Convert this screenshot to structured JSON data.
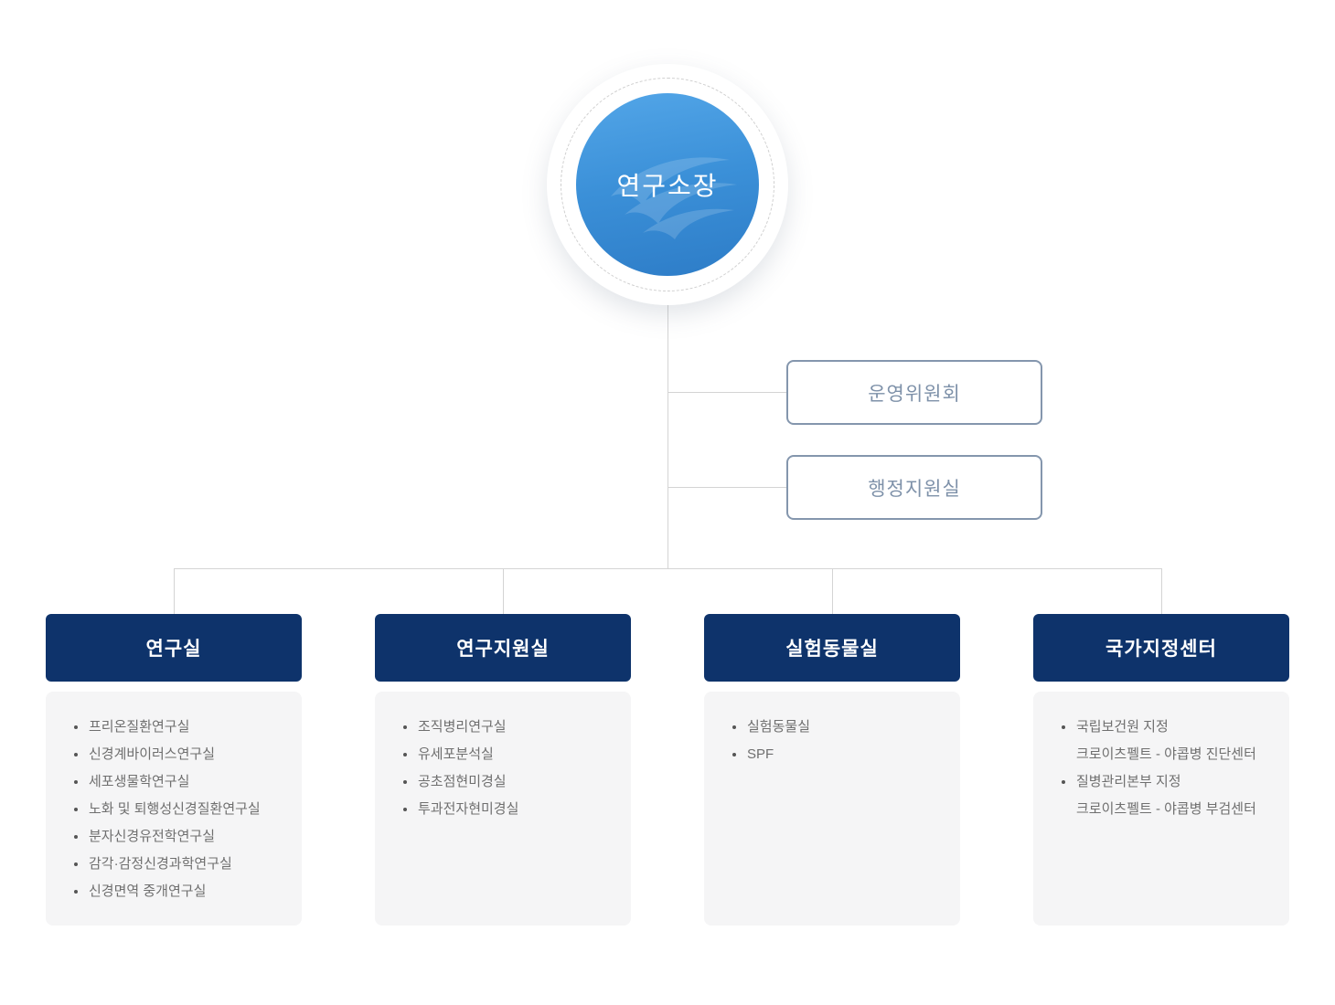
{
  "root": {
    "label": "연구소장"
  },
  "committees": [
    {
      "label": "운영위원회"
    },
    {
      "label": "행정지원실"
    }
  ],
  "departments": [
    {
      "label": "연구실",
      "items": [
        {
          "text": "프리온질환연구실"
        },
        {
          "text": "신경계바이러스연구실"
        },
        {
          "text": "세포생물학연구실"
        },
        {
          "text": "노화 및 퇴행성신경질환연구실"
        },
        {
          "text": "분자신경유전학연구실"
        },
        {
          "text": "감각·감정신경과학연구실"
        },
        {
          "text": "신경면역 중개연구실"
        }
      ]
    },
    {
      "label": "연구지원실",
      "items": [
        {
          "text": "조직병리연구실"
        },
        {
          "text": "유세포분석실"
        },
        {
          "text": "공초점현미경실"
        },
        {
          "text": "투과전자현미경실"
        }
      ]
    },
    {
      "label": "실험동물실",
      "items": [
        {
          "text": "실험동물실"
        },
        {
          "text": "SPF"
        }
      ]
    },
    {
      "label": "국가지정센터",
      "items": [
        {
          "text": "국립보건원 지정",
          "sub": "크로이츠펠트 - 야콥병 진단센터"
        },
        {
          "text": "질병관리본부 지정",
          "sub": "크로이츠펠트 - 야콥병 부검센터"
        }
      ]
    }
  ],
  "colors": {
    "accent_navy": "#0e336b",
    "circle_blue_top": "#53a6e8",
    "circle_blue_bottom": "#2d7cc7",
    "committee_border": "#8496ad",
    "committee_text": "#7e91a9",
    "connector_line": "#d4d4d4",
    "panel_background": "#f5f5f6",
    "list_text": "#6f6f6f"
  }
}
